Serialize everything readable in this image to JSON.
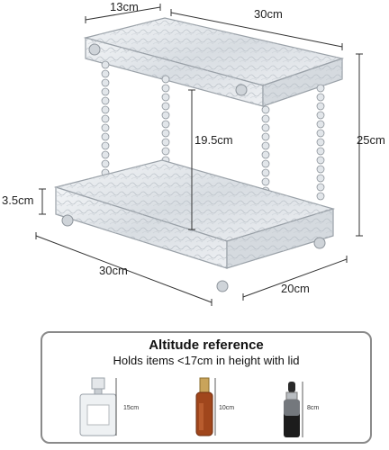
{
  "dimensions": {
    "depth_top": "13cm",
    "width_top": "30cm",
    "height_total": "25cm",
    "shelf_gap": "19.5cm",
    "tray_height": "3.5cm",
    "width_bottom": "30cm",
    "depth_bottom": "20cm"
  },
  "reference": {
    "title": "Altitude reference",
    "subtitle": "Holds items <17cm in height with lid",
    "items": [
      {
        "name": "perfume-bottle-icon",
        "label": "15cm"
      },
      {
        "name": "serum-bottle-icon",
        "label": "10cm"
      },
      {
        "name": "dropper-bottle-icon",
        "label": "8cm"
      }
    ]
  },
  "colors": {
    "acrylic": "#dfe3e7",
    "acrylic_edge": "#9aa1a8",
    "serum_amber": "#a0461c",
    "dropper_black": "#1c1c1c"
  }
}
